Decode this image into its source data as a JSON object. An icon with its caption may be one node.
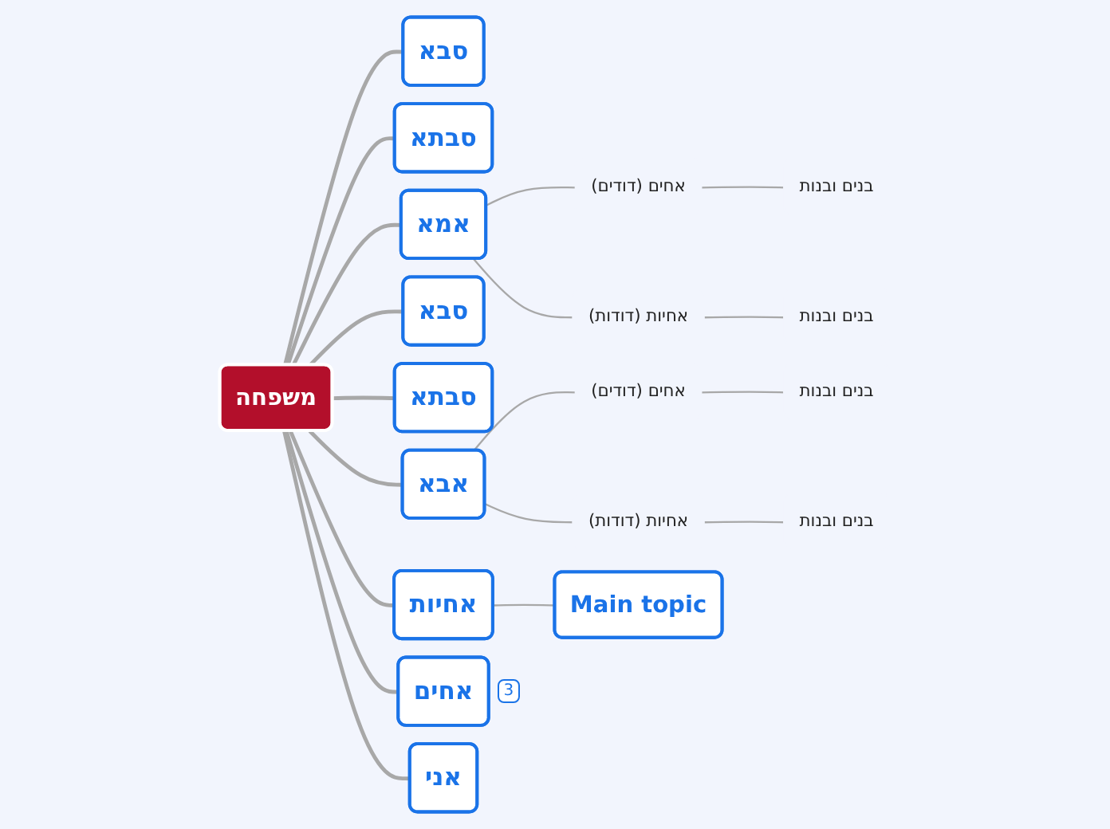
{
  "diagram": {
    "nodes": [
      {
        "text": [
          "משפחה"
        ]
      },
      {
        "text": [
          "סבא"
        ]
      },
      {
        "text": [
          "סבתא"
        ]
      },
      {
        "text": [
          "אמא"
        ]
      },
      {
        "text": [
          "אחים (דודים)"
        ]
      },
      {
        "text": [
          "בנים ובנות"
        ]
      },
      {
        "text": [
          "אחיות (דודות)"
        ]
      },
      {
        "text": [
          "בנים ובנות"
        ]
      },
      {
        "text": [
          "סבא"
        ]
      },
      {
        "text": [
          "סבתא"
        ]
      },
      {
        "text": [
          "אבא"
        ]
      },
      {
        "text": [
          "אחים (דודים)"
        ]
      },
      {
        "text": [
          "בנים ובנות"
        ]
      },
      {
        "text": [
          "אחיות (דודות)"
        ]
      },
      {
        "text": [
          "בנים ובנות"
        ]
      },
      {
        "text": [
          "אחיות"
        ]
      },
      {
        "text": [
          "Main topic"
        ]
      },
      {
        "text": [
          "אחים"
        ],
        "beside": [
          "3"
        ]
      },
      {
        "text": [
          "אני"
        ]
      }
    ],
    "edges": [
      {
        "from": 0,
        "to": 1,
        "arrow": "none"
      },
      {
        "from": 0,
        "to": 2,
        "arrow": "none"
      },
      {
        "from": 0,
        "to": 3,
        "arrow": "none"
      },
      {
        "from": 3,
        "to": 4,
        "arrow": "none"
      },
      {
        "from": 4,
        "to": 5,
        "arrow": "none"
      },
      {
        "from": 3,
        "to": 6,
        "arrow": "none"
      },
      {
        "from": 6,
        "to": 7,
        "arrow": "none"
      },
      {
        "from": 0,
        "to": 8,
        "arrow": "none"
      },
      {
        "from": 0,
        "to": 9,
        "arrow": "none"
      },
      {
        "from": 0,
        "to": 10,
        "arrow": "none"
      },
      {
        "from": 10,
        "to": 11,
        "arrow": "none"
      },
      {
        "from": 11,
        "to": 12,
        "arrow": "none"
      },
      {
        "from": 10,
        "to": 13,
        "arrow": "none"
      },
      {
        "from": 13,
        "to": 14,
        "arrow": "none"
      },
      {
        "from": 0,
        "to": 15,
        "arrow": "none"
      },
      {
        "from": 15,
        "to": 16,
        "arrow": "none"
      },
      {
        "from": 0,
        "to": 17,
        "arrow": "none"
      },
      {
        "from": 0,
        "to": 18,
        "arrow": "none"
      }
    ]
  }
}
